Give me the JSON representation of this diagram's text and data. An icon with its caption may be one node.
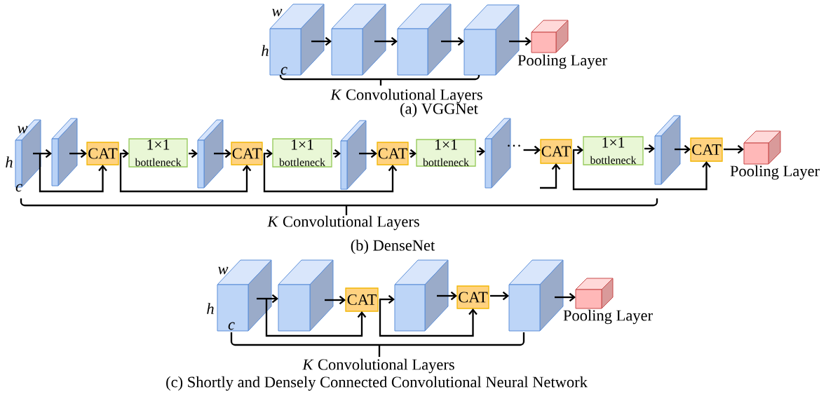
{
  "diagram": {
    "nodes": [
      {
        "text": [],
        "shape": "cube"
      },
      {
        "text": [],
        "shape": "cube"
      },
      {
        "text": [],
        "shape": "cube"
      },
      {
        "text": [],
        "shape": "cube"
      },
      {
        "text": [
          "Pooling Layer"
        ]
      },
      {
        "text": [],
        "shape": "slab"
      },
      {
        "text": [],
        "shape": "slab"
      },
      {
        "text": [
          "CAT"
        ]
      },
      {
        "text": [
          "1×1",
          "bottleneck"
        ]
      },
      {
        "text": [],
        "shape": "slab"
      },
      {
        "text": [
          "CAT"
        ]
      },
      {
        "text": [
          "1×1",
          "bottleneck"
        ]
      },
      {
        "text": [],
        "shape": "slab"
      },
      {
        "text": [
          "CAT"
        ]
      },
      {
        "text": [
          "1×1",
          "bottleneck"
        ]
      },
      {
        "text": [],
        "shape": "slab"
      },
      {
        "text": [
          "CAT"
        ]
      },
      {
        "text": [
          "1×1",
          "bottleneck"
        ]
      },
      {
        "text": [],
        "shape": "slab"
      },
      {
        "text": [
          "CAT"
        ]
      },
      {
        "text": [
          "Pooling Layer"
        ]
      },
      {
        "text": [],
        "shape": "cube"
      },
      {
        "text": [],
        "shape": "cube"
      },
      {
        "text": [
          "CAT"
        ]
      },
      {
        "text": [],
        "shape": "cube"
      },
      {
        "text": [
          "CAT"
        ]
      },
      {
        "text": [],
        "shape": "cube"
      },
      {
        "text": [
          "Pooling Layer"
        ]
      },
      {
        "text": [
          "···"
        ]
      }
    ],
    "edges": [
      {
        "from": 0,
        "to": 1,
        "arrow": "to"
      },
      {
        "from": 1,
        "to": 2,
        "arrow": "to"
      },
      {
        "from": 2,
        "to": 3,
        "arrow": "to"
      },
      {
        "from": 3,
        "to": 4,
        "arrow": "to"
      },
      {
        "from": 5,
        "to": 6,
        "arrow": "to"
      },
      {
        "from": 6,
        "to": 7,
        "arrow": "to"
      },
      {
        "from": 7,
        "to": 8,
        "arrow": "to"
      },
      {
        "from": 8,
        "to": 9,
        "arrow": "to"
      },
      {
        "from": 9,
        "to": 10,
        "arrow": "to"
      },
      {
        "from": 10,
        "to": 11,
        "arrow": "to"
      },
      {
        "from": 11,
        "to": 12,
        "arrow": "to"
      },
      {
        "from": 12,
        "to": 13,
        "arrow": "to"
      },
      {
        "from": 13,
        "to": 14,
        "arrow": "to"
      },
      {
        "from": 14,
        "to": 15,
        "arrow": "to"
      },
      {
        "from": 28,
        "to": 16,
        "arrow": "to"
      },
      {
        "from": 16,
        "to": 17,
        "arrow": "to"
      },
      {
        "from": 17,
        "to": 18,
        "arrow": "to"
      },
      {
        "from": 18,
        "to": 19,
        "arrow": "to"
      },
      {
        "from": 19,
        "to": 20,
        "arrow": "to"
      },
      {
        "from": 5,
        "to": 7,
        "arrow": "to"
      },
      {
        "from": 7,
        "to": 10,
        "arrow": "to"
      },
      {
        "from": 10,
        "to": 13,
        "arrow": "to"
      },
      {
        "from": null,
        "to": 16,
        "arrow": "to"
      },
      {
        "from": 16,
        "to": 19,
        "arrow": "to"
      },
      {
        "from": 21,
        "to": 22,
        "arrow": "to"
      },
      {
        "from": 22,
        "to": 23,
        "arrow": "to"
      },
      {
        "from": 23,
        "to": 24,
        "arrow": "to"
      },
      {
        "from": 24,
        "to": 25,
        "arrow": "to"
      },
      {
        "from": 25,
        "to": 26,
        "arrow": "to"
      },
      {
        "from": 26,
        "to": 27,
        "arrow": "to"
      },
      {
        "from": 21,
        "to": 23,
        "arrow": "to"
      },
      {
        "from": 23,
        "to": 25,
        "arrow": "to"
      }
    ],
    "labels": [
      "w",
      "h",
      "c",
      "*K*  Convolutional Layers",
      "(a) VGGNet",
      "w",
      "h",
      "c",
      "*K*  Convolutional Layers",
      "(b) DenseNet",
      "w",
      "h",
      "c",
      "*K*  Convolutional Layers",
      "(c) Shortly and Densely Connected Convolutional Neural Network"
    ]
  }
}
